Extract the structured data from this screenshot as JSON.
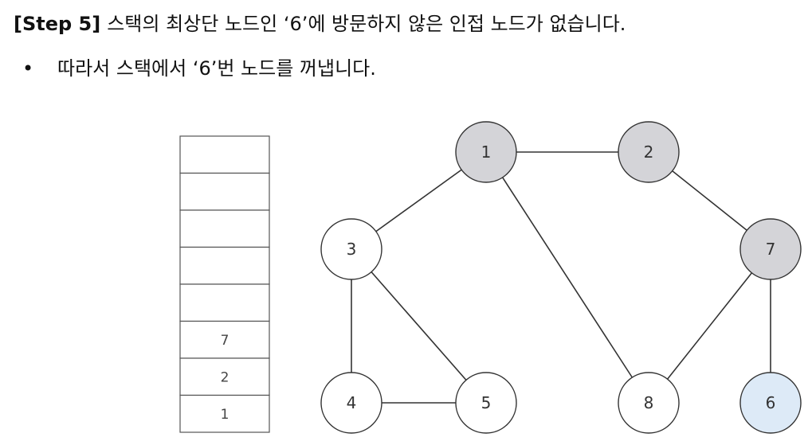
{
  "heading": {
    "step_label": "[Step 5]",
    "text": "스택의 최상단 노드인 ‘6’에 방문하지 않은 인접 노드가 없습니다."
  },
  "bullet": {
    "symbol": "•",
    "text": "따라서 스택에서 ‘6’번 노드를 꺼냅니다."
  },
  "stack": {
    "cells": [
      "",
      "",
      "",
      "",
      "",
      "7",
      "2",
      "1"
    ]
  },
  "graph": {
    "colors": {
      "visited": "#d4d4d8",
      "current": "#ddeaf7",
      "unvisited": "#ffffff",
      "stroke": "#333333"
    },
    "nodes": [
      {
        "id": "1",
        "state": "visited"
      },
      {
        "id": "2",
        "state": "visited"
      },
      {
        "id": "3",
        "state": "unvisited"
      },
      {
        "id": "7",
        "state": "visited"
      },
      {
        "id": "4",
        "state": "unvisited"
      },
      {
        "id": "5",
        "state": "unvisited"
      },
      {
        "id": "8",
        "state": "unvisited"
      },
      {
        "id": "6",
        "state": "current"
      }
    ],
    "edges": [
      [
        "1",
        "2"
      ],
      [
        "1",
        "3"
      ],
      [
        "1",
        "8"
      ],
      [
        "2",
        "7"
      ],
      [
        "3",
        "4"
      ],
      [
        "3",
        "5"
      ],
      [
        "4",
        "5"
      ],
      [
        "7",
        "8"
      ],
      [
        "7",
        "6"
      ]
    ]
  }
}
